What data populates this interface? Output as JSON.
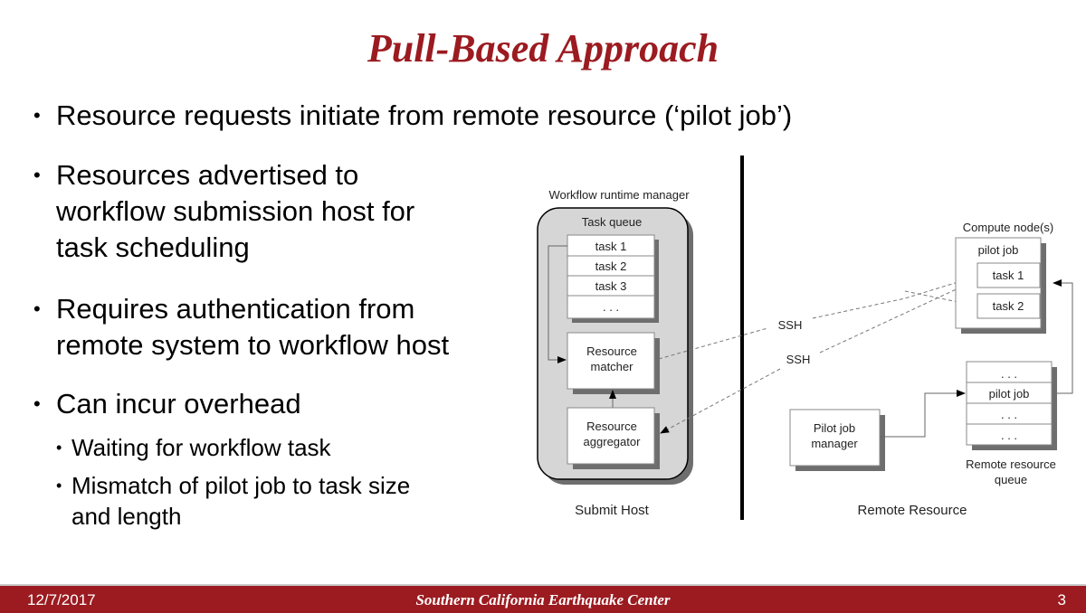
{
  "slide": {
    "title": "Pull-Based Approach",
    "bullets": [
      "Resource requests initiate from remote resource (‘pilot job’)",
      "Resources advertised to",
      "workflow submission host for",
      "task scheduling",
      "Requires authentication from",
      "remote system to workflow host",
      "Can incur overhead"
    ],
    "sub_bullets": [
      "Waiting for workflow task",
      "Mismatch of pilot job to task size",
      "and length"
    ],
    "bullet_glyph": "•"
  },
  "diagram": {
    "workflow_runtime_manager": "Workflow runtime manager",
    "task_queue": "Task queue",
    "task_queue_items": [
      "task 1",
      "task 2",
      "task 3",
      ". . ."
    ],
    "resource_matcher": [
      "Resource",
      "matcher"
    ],
    "resource_aggregator": [
      "Resource",
      "aggregator"
    ],
    "submit_host": "Submit Host",
    "compute_nodes": "Compute node(s)",
    "pilot_job": "pilot job",
    "pilot_tasks": [
      "task 1",
      "task 2"
    ],
    "ssh_labels": [
      "SSH",
      "SSH"
    ],
    "remote_queue_items": [
      ". . .",
      "pilot job",
      ". . .",
      ". . ."
    ],
    "remote_queue_label": [
      "Remote resource",
      "queue"
    ],
    "pilot_job_manager": [
      "Pilot job",
      "manager"
    ],
    "remote_resource": "Remote Resource"
  },
  "footer": {
    "date": "12/7/2017",
    "organization": "Southern California Earthquake Center",
    "page_number": "3"
  },
  "colors": {
    "accent": "#9b1b20",
    "panel": "#d6d6d6",
    "shadow": "#6e6e6e"
  }
}
